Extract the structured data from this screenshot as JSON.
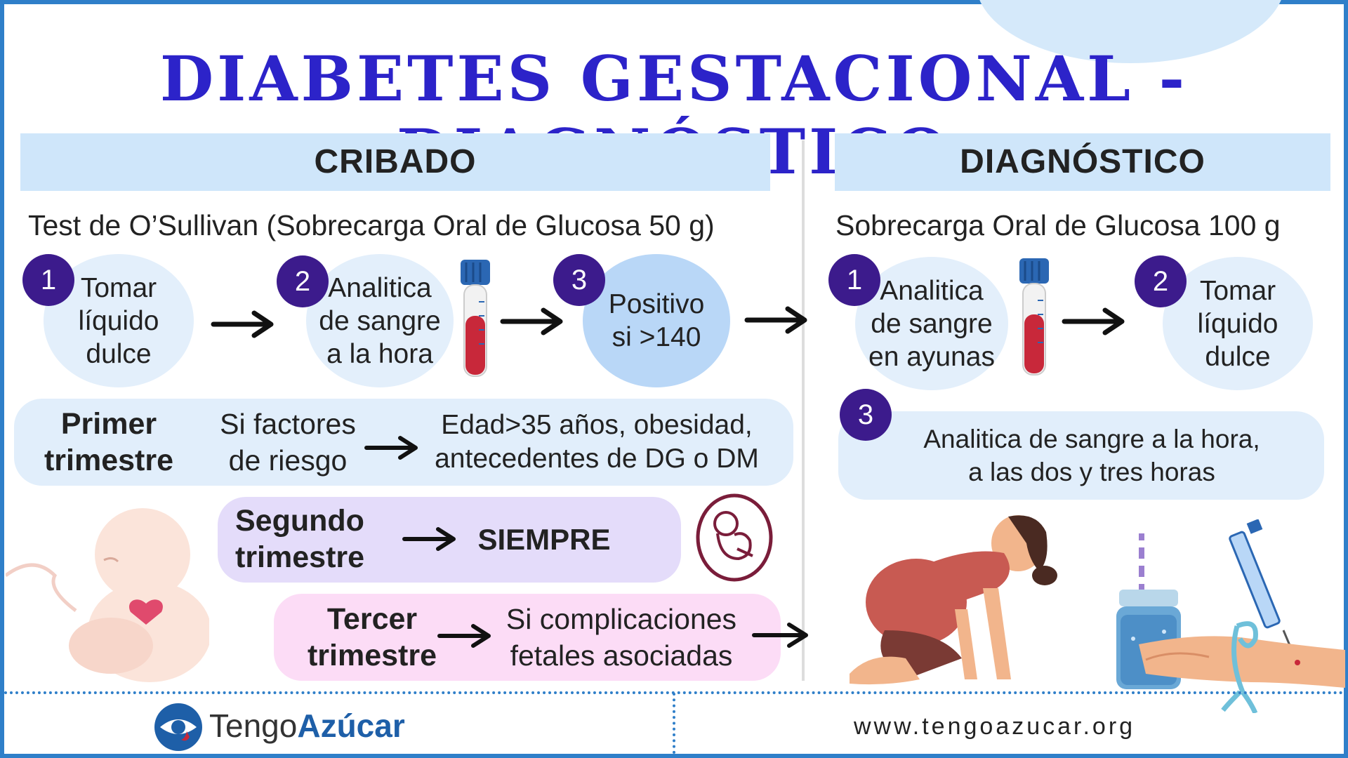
{
  "title": "DIABETES GESTACIONAL - DIAGNÓSTICO",
  "cribado": {
    "header": "CRIBADO",
    "subtitle": "Test de O’Sullivan (Sobrecarga Oral de Glucosa 50 g)",
    "steps": [
      {
        "number": "1",
        "line1": "Tomar",
        "line2": "líquido",
        "line3": "dulce"
      },
      {
        "number": "2",
        "line1": "Analitica",
        "line2": "de sangre",
        "line3": "a la hora"
      },
      {
        "number": "3",
        "line1": "Positivo",
        "line2": "si >140"
      }
    ],
    "trimesters": [
      {
        "label1": "Primer",
        "label2": "trimestre",
        "cond1": "Si factores",
        "cond2": "de riesgo",
        "result1": "Edad>35 años, obesidad,",
        "result2": "antecedentes de DG o DM"
      },
      {
        "label1": "Segundo",
        "label2": "trimestre",
        "result": "SIEMPRE"
      },
      {
        "label1": "Tercer",
        "label2": "trimestre",
        "result1": "Si complicaciones",
        "result2": "fetales asociadas"
      }
    ]
  },
  "diagnostico": {
    "header": "DIAGNÓSTICO",
    "subtitle": "Sobrecarga Oral de Glucosa 100 g",
    "steps": [
      {
        "number": "1",
        "line1": "Analitica",
        "line2": "de sangre",
        "line3": "en ayunas"
      },
      {
        "number": "2",
        "line1": "Tomar",
        "line2": "líquido",
        "line3": "dulce"
      },
      {
        "number": "3",
        "line1": "Analitica de sangre a la hora,",
        "line2": "a las dos y tres horas"
      }
    ]
  },
  "footer": {
    "logo_part1": "Tengo",
    "logo_part2": "Azúcar",
    "url": "www.tengoazucar.org"
  },
  "colors": {
    "title": "#2c23c9",
    "header_bg": "#cfe6fa",
    "number_badge": "#3c1b8c",
    "border": "#2f7fc9",
    "pill_blue": "#e1eefb",
    "pill_purple": "#e4dcfa",
    "pill_pink": "#fcdcf6"
  },
  "icons": [
    "arrow-right-icon",
    "blood-tube-icon",
    "fetus-icon",
    "baby-icon",
    "pregnant-woman-icon",
    "drink-jar-icon",
    "syringe-icon",
    "eye-logo-icon"
  ]
}
